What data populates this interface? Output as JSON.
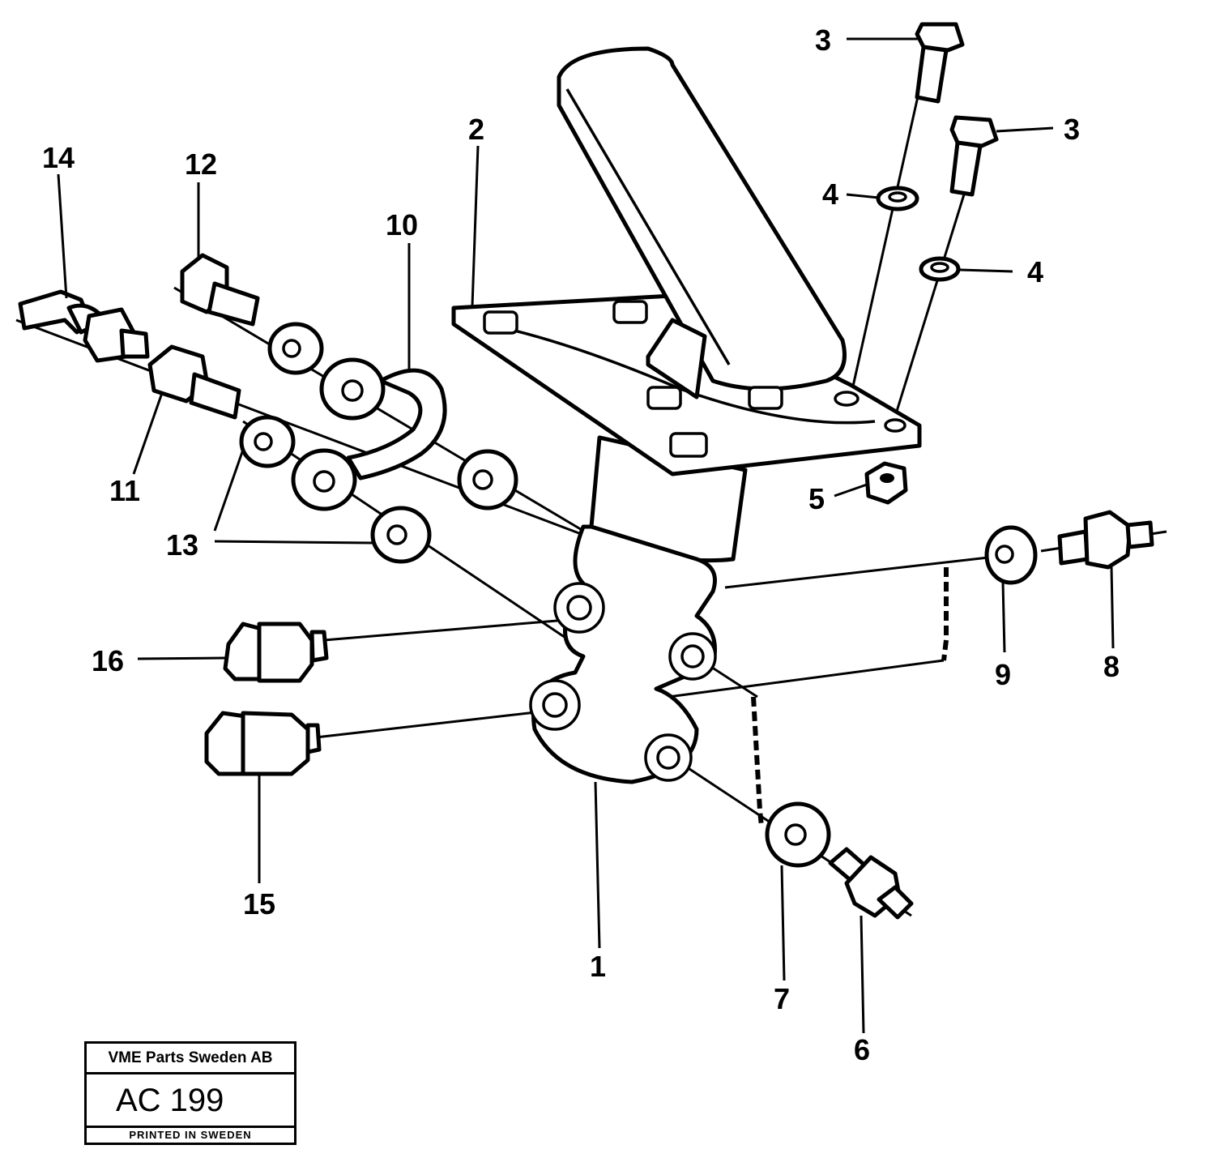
{
  "callouts": {
    "c1": "1",
    "c2": "2",
    "c3a": "3",
    "c3b": "3",
    "c4a": "4",
    "c4b": "4",
    "c5": "5",
    "c6": "6",
    "c7": "7",
    "c8": "8",
    "c9": "9",
    "c10": "10",
    "c11": "11",
    "c12": "12",
    "c13": "13",
    "c14": "14",
    "c15": "15",
    "c16": "16"
  },
  "title_block": {
    "company": "VME Parts Sweden AB",
    "code": "AC 199",
    "printed": "PRINTED IN SWEDEN"
  }
}
